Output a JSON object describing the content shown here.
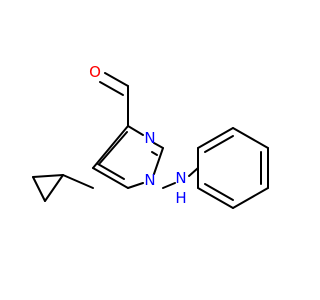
{
  "molecule": {
    "atoms": {
      "aldehyde_oxygen": "O",
      "ring_nitrogen_top": "N",
      "ring_nitrogen_bottom": "N",
      "amine_nitrogen": "N",
      "amine_hydrogen": "H"
    },
    "colors": {
      "bond": "#000000",
      "oxygen": "#ff0000",
      "nitrogen": "#0000ff"
    }
  }
}
